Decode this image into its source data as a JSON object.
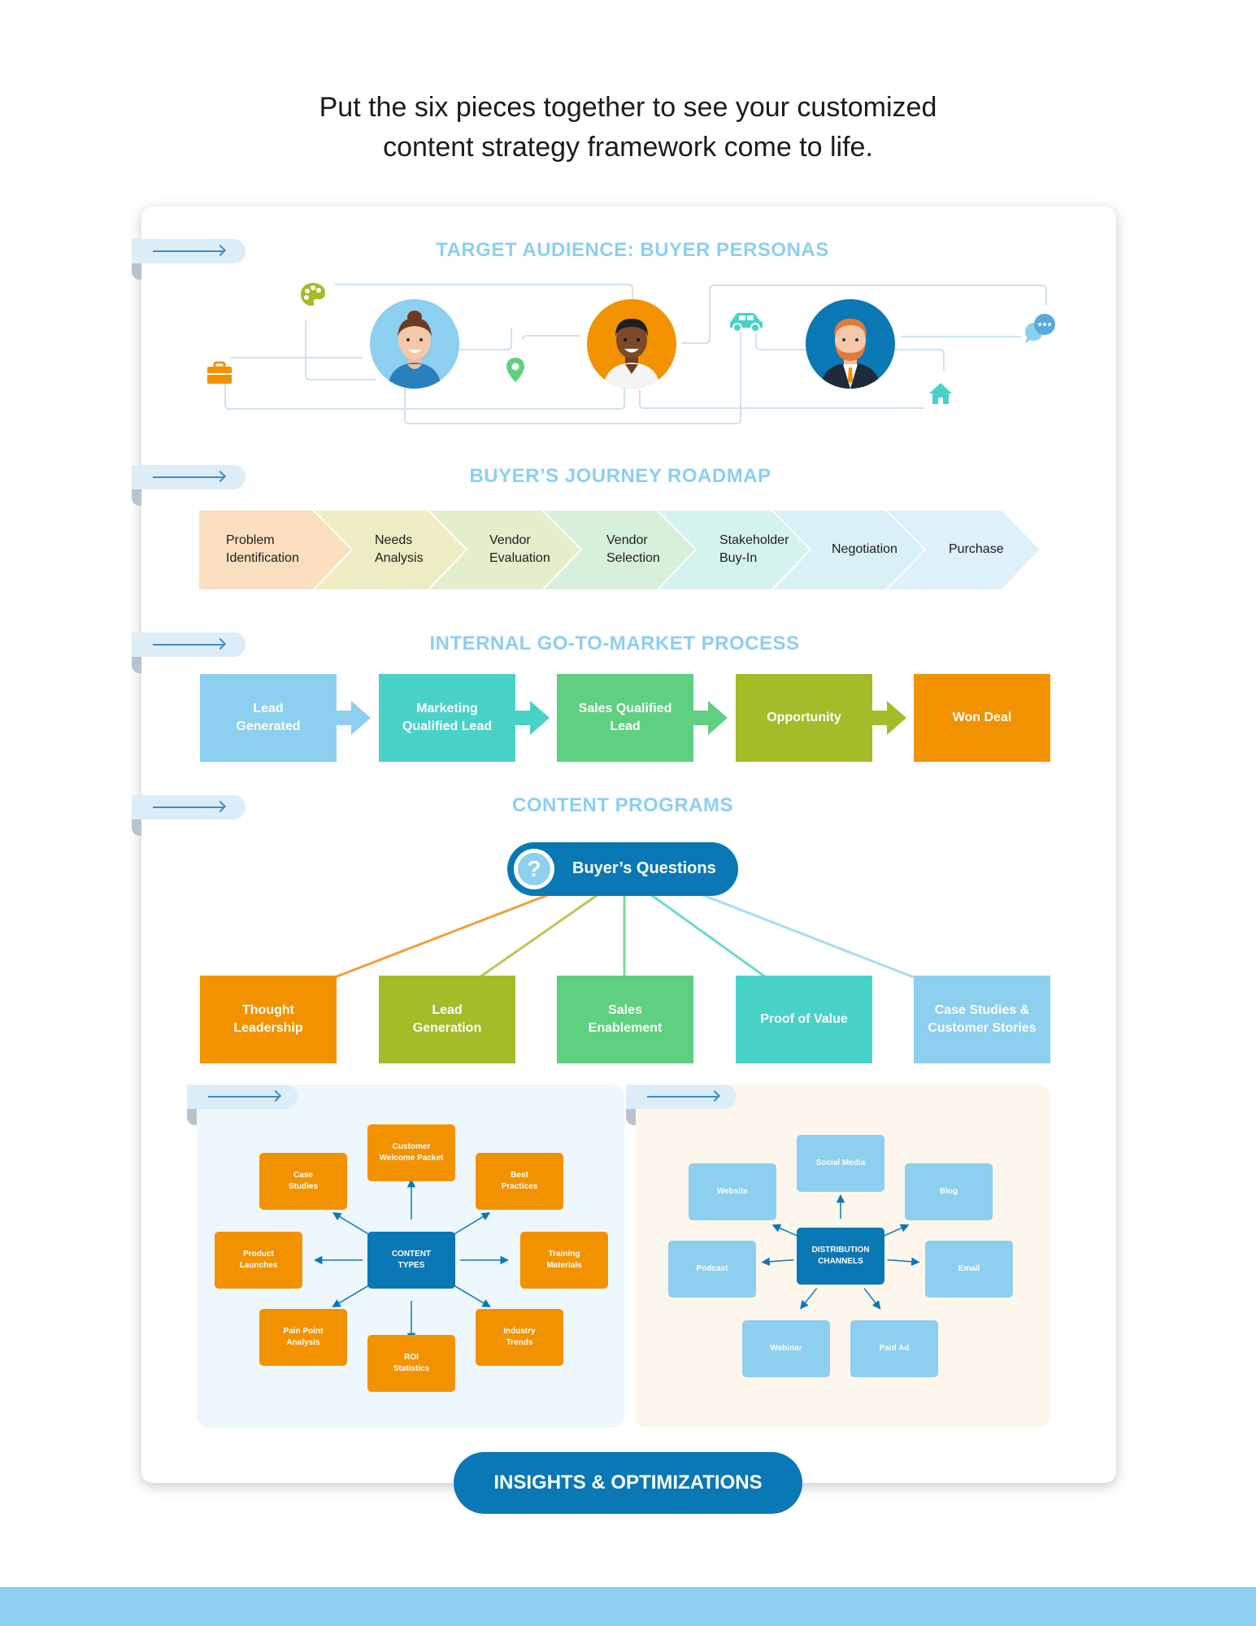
{
  "intro": {
    "line1": "Put the six pieces together to see your customized",
    "line2": "content strategy framework come to life."
  },
  "sections": {
    "personas": "TARGET AUDIENCE: BUYER PERSONAS",
    "journey": "BUYER’S JOURNEY ROADMAP",
    "gtm": "INTERNAL GO-TO-MARKET PROCESS",
    "programs": "CONTENT PROGRAMS"
  },
  "journey_steps": [
    {
      "label": "Problem\nIdentification",
      "color": "#fbdfbf"
    },
    {
      "label": "Needs\nAnalysis",
      "color": "#eeecc2"
    },
    {
      "label": "Vendor\nEvaluation",
      "color": "#e3efcc"
    },
    {
      "label": "Vendor\nSelection",
      "color": "#d7f0da"
    },
    {
      "label": "Stakeholder\nBuy-In",
      "color": "#d4f3ef"
    },
    {
      "label": "Negotiation",
      "color": "#d9f1f6"
    },
    {
      "label": "Purchase",
      "color": "#def0fa"
    }
  ],
  "gtm_steps": [
    {
      "label": "Lead\nGenerated",
      "color": "#8ccfee"
    },
    {
      "label": "Marketing\nQualified Lead",
      "color": "#48d1c7"
    },
    {
      "label": "Sales Qualified\nLead",
      "color": "#5fcf80"
    },
    {
      "label": "Opportunity",
      "color": "#a5bb28"
    },
    {
      "label": "Won Deal",
      "color": "#f29200"
    }
  ],
  "buyers_questions": {
    "label": "Buyer’s Questions",
    "icon": "?"
  },
  "programs": [
    {
      "label": "Thought\nLeadership",
      "color": "#f29200"
    },
    {
      "label": "Lead\nGeneration",
      "color": "#a5bb28"
    },
    {
      "label": "Sales\nEnablement",
      "color": "#5fcf80"
    },
    {
      "label": "Proof of Value",
      "color": "#48d1c7"
    },
    {
      "label": "Case Studies &\nCustomer Stories",
      "color": "#8ccfee"
    }
  ],
  "content_types": {
    "center": "CONTENT\nTYPES",
    "items": [
      "Customer\nWelcome Packet",
      "Best\nPractices",
      "Training\nMaterials",
      "Industry\nTrends",
      "ROI\nStatistics",
      "Pain Point\nAnalysis",
      "Product\nLaunches",
      "Case\nStudies"
    ],
    "item_color": "#f29200",
    "center_color": "#0a78b5"
  },
  "distribution_channels": {
    "center": "DISTRIBUTION\nCHANNELS",
    "items": [
      "Social Media",
      "Blog",
      "Email",
      "Paid Ad",
      "Webinar",
      "Podcast",
      "Website"
    ],
    "item_color": "#8ccfee",
    "center_color": "#0a78b5"
  },
  "insights": "INSIGHTS & OPTIMIZATIONS",
  "colors": {
    "brand_blue": "#0a78b5",
    "title_blue": "#8ccfee",
    "orange": "#f29200",
    "olive": "#a5bb28",
    "green": "#5fcf80",
    "teal": "#48d1c7"
  },
  "persona_icons": [
    "palette-icon",
    "briefcase-icon",
    "location-pin-icon",
    "car-icon",
    "home-icon",
    "chat-bubbles-icon"
  ]
}
